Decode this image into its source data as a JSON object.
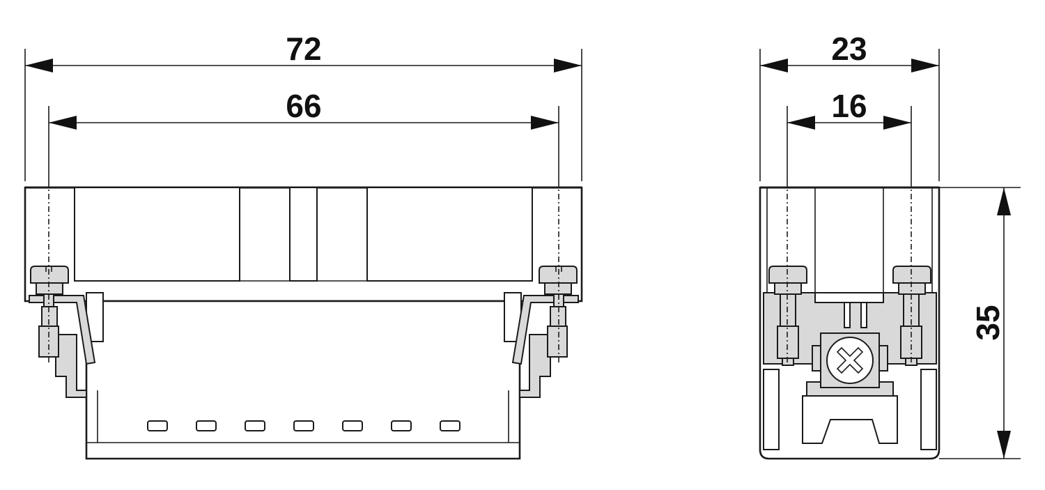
{
  "dimensions": {
    "front_overall_width": "72",
    "front_pitch": "66",
    "side_overall_width": "23",
    "side_pitch": "16",
    "height": "35"
  }
}
